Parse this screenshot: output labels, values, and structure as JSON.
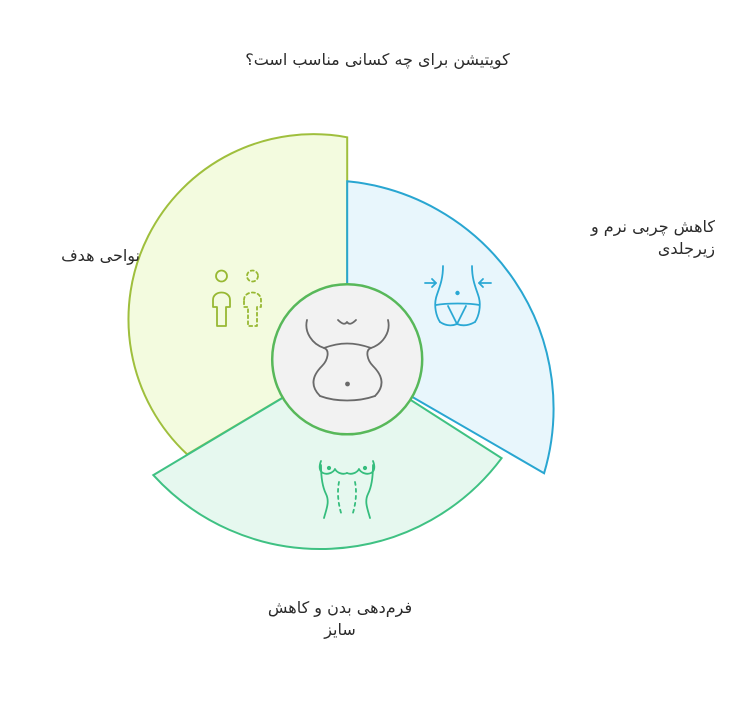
{
  "title": "کویتیشن برای چه کسانی مناسب است؟",
  "segments": [
    {
      "key": "fat",
      "label_lines": [
        "کاهش چربی نرم و",
        "زیرجلدی"
      ],
      "icon": "waist-slimming-icon",
      "fill": "#e8f6fc",
      "stroke": "#29a6d1",
      "icon_color": "#2aa8d4"
    },
    {
      "key": "contour",
      "label_lines": [
        "فرم‌دهی بدن و کاهش",
        "سایز"
      ],
      "icon": "body-contour-icon",
      "fill": "#e6f8ef",
      "stroke": "#3fc183",
      "icon_color": "#35bd7d"
    },
    {
      "key": "areas",
      "label_lines": [
        "نواحی هدف"
      ],
      "icon": "target-areas-icon",
      "fill": "#f3fbdf",
      "stroke": "#9fbf3d",
      "icon_color": "#97b832"
    }
  ],
  "center": {
    "icon": "body-torso-icon",
    "fill": "#f2f2f2",
    "stroke": "#58b85a",
    "icon_color": "#6a6a6a"
  }
}
